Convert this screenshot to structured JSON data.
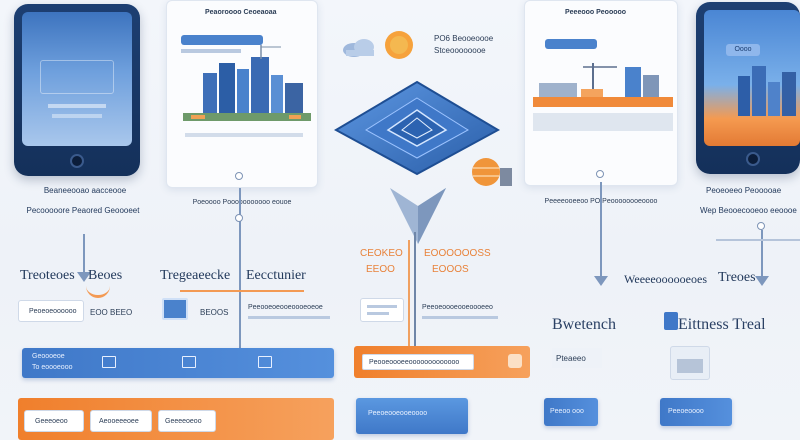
{
  "tablet_left": {
    "tag": "",
    "caption_1": "Beaneeooao aacceooe",
    "caption_2": "Pecooooore Peaored Geoooeet"
  },
  "card_left_center": {
    "title": "Peaoroooo Ceoeaoaa",
    "caption": "Poeoooo Pooooooooooo eouoe"
  },
  "weather_text": {
    "line1": "PO6 Beooeoooe",
    "line2": "Stceoooooooe"
  },
  "card_right_center": {
    "title": "Peeeooo Peooooo",
    "caption": "Peeeeooeeoo PO Peoooooooeoooo"
  },
  "tablet_right": {
    "tag": "Oooo",
    "caption_1": "Peoeoeeo Peooooae",
    "caption_2": "Wep Beooecooeoo eeoooe"
  },
  "mid_row": {
    "label_left_1": "Treoteoes",
    "label_left_2": "Beoes",
    "label_center_1": "Tregeaeecke",
    "label_center_2": "Eecctunier",
    "orange_label_1": "CEOKEO",
    "orange_label_2": "EOOOOOOSS",
    "orange_sub_1": "EEOO",
    "orange_sub_2": "EOOOS",
    "right_label_1": "Weeeeoooooeoes",
    "right_label_2": "Treoes"
  },
  "detail_row": {
    "input_text": "Peoeoeoooooo",
    "small_1": "EOO BEEO",
    "small_2": "BEOOS",
    "small_3": "Peeooeoeooeoooeoeoe",
    "small_4": "Peeoeoooeooeoooeeo",
    "right_title_1": "Bwetench",
    "right_title_2": "Eittness Treal"
  },
  "bars": {
    "bar_left_1": "Geoooeoe",
    "bar_left_2": "To eoooeooo",
    "bar_orange_text": "Peooeoooeeooooooooooooo",
    "right_badge": "Pteaeeo"
  },
  "bottom_row": {
    "btn1": "Geeeoeoo",
    "btn2": "Aeooeeeoee",
    "btn3": "Geeeeoeoo",
    "center_text": "Peeoeooeooeoooo",
    "right_1": "Peeoo ooo",
    "right_2": "Peeoeoooo"
  },
  "colors": {
    "accent_blue": "#3f78c8",
    "accent_orange": "#f07f2c",
    "navy": "#1d3f72"
  }
}
